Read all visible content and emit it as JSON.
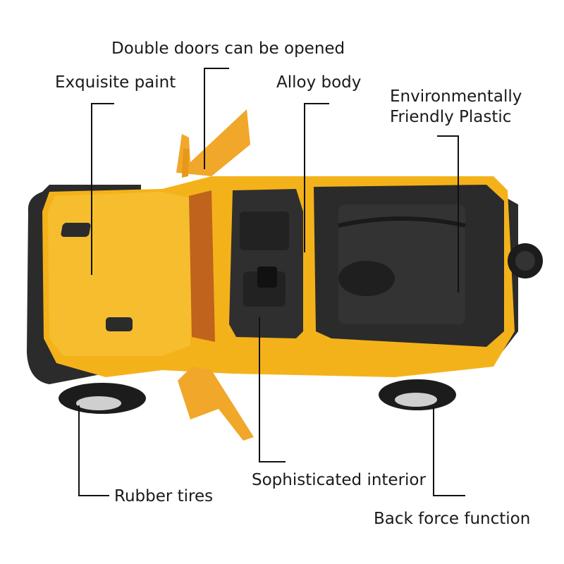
{
  "callouts": {
    "doors": "Double doors can be opened",
    "paint": "Exquisite paint",
    "alloy": "Alloy body",
    "plastic_line1": "Environmentally",
    "plastic_line2": "Friendly Plastic",
    "tires": "Rubber tires",
    "interior": "Sophisticated interior",
    "pullback": "Back force function"
  },
  "colors": {
    "body": "#f4b21a",
    "body_shadow": "#d88e0a",
    "black_plastic": "#2b2b2b",
    "tire": "#1c1c1c",
    "leader_line": "#111111"
  }
}
